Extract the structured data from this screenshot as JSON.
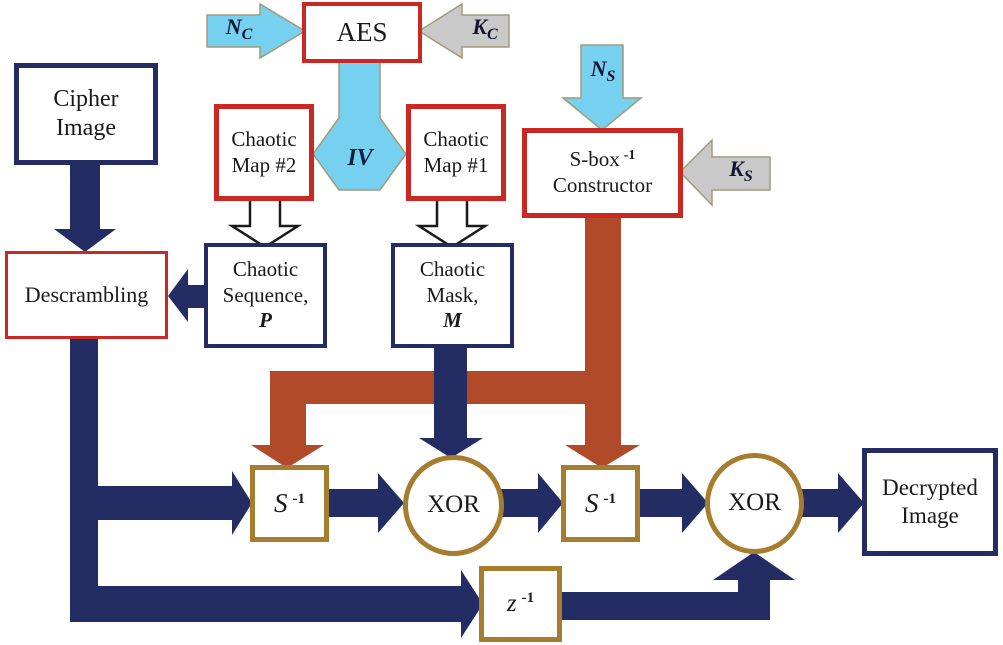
{
  "figure": {
    "description": "Decryption block diagram"
  },
  "colors": {
    "navy": "#242d63",
    "red_border": "#cc2823",
    "rust": "#b14a28",
    "gold_border": "#a67c2e",
    "light_blue": "#76d0f0",
    "gray": "#c9c9c9",
    "arrow_outline": "#a39a78",
    "text": "#1a1a1a"
  },
  "boxes": {
    "aes": {
      "label": "AES"
    },
    "cipher_image": {
      "line1": "Cipher",
      "line2": "Image"
    },
    "chaotic_map2": {
      "line1": "Chaotic",
      "line2": "Map #2"
    },
    "chaotic_map1": {
      "line1": "Chaotic",
      "line2": "Map #1"
    },
    "sbox_constructor": {
      "line1_base": "S-box",
      "line1_sup": "-1",
      "line2": "Constructor"
    },
    "descrambling": {
      "label": "Descrambling"
    },
    "chaotic_sequence": {
      "line1": "Chaotic",
      "line2": "Sequence,",
      "symbol": "P"
    },
    "chaotic_mask": {
      "line1": "Chaotic",
      "line2": "Mask,",
      "symbol": "M"
    },
    "s_inverse_1": {
      "base": "S",
      "sup": "-1"
    },
    "s_inverse_2": {
      "base": "S",
      "sup": "-1"
    },
    "xor1": {
      "label": "XOR"
    },
    "xor2": {
      "label": "XOR"
    },
    "z_inverse": {
      "base": "z",
      "sup": "-1"
    },
    "decrypted_image": {
      "line1": "Decrypted",
      "line2": "Image"
    }
  },
  "arrow_labels": {
    "nc": {
      "base": "N",
      "sub": "C"
    },
    "kc": {
      "base": "K",
      "sub": "C"
    },
    "iv": "IV",
    "ns": {
      "base": "N",
      "sub": "S"
    },
    "ks": {
      "base": "K",
      "sub": "S"
    }
  }
}
